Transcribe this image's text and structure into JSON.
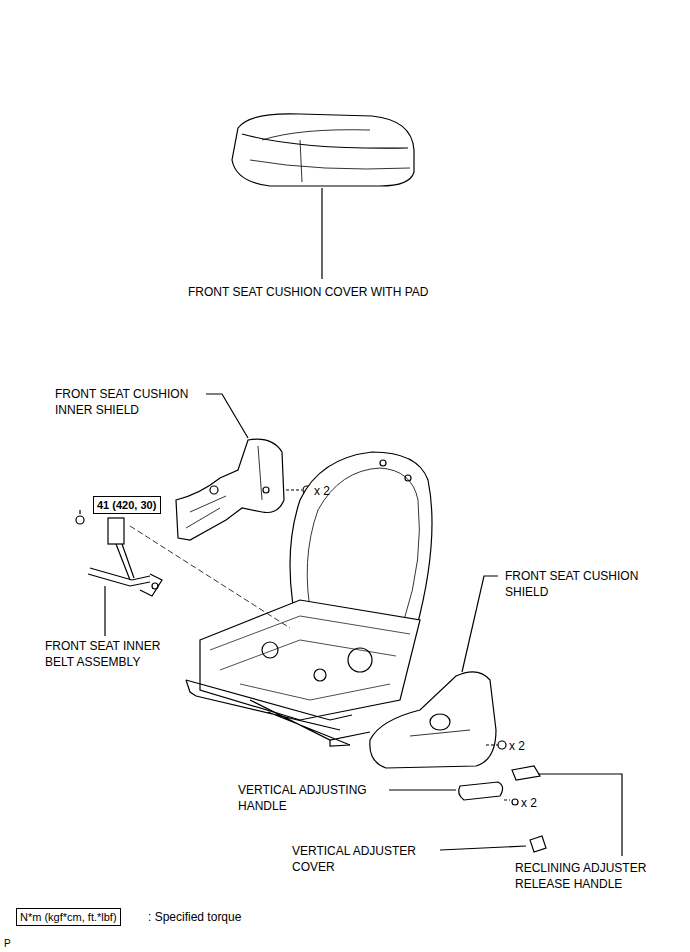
{
  "diagram": {
    "nodes": [
      {
        "text": [
          "41 (420, 30)"
        ]
      },
      {
        "text": [
          "N*m (kgf*cm, ft.*lbf)"
        ]
      }
    ],
    "labels": [
      "FRONT SEAT CUSHION COVER WITH PAD",
      "FRONT SEAT CUSHION INNER SHIELD",
      "x 2",
      "FRONT SEAT INNER BELT ASSEMBLY",
      "FRONT SEAT CUSHION SHIELD",
      "x 2",
      "VERTICAL ADJUSTING HANDLE",
      "x 2",
      "RECLINING ADJUSTER RELEASE HANDLE",
      "VERTICAL ADJUSTER COVER",
      ": Specified torque",
      "P"
    ]
  }
}
